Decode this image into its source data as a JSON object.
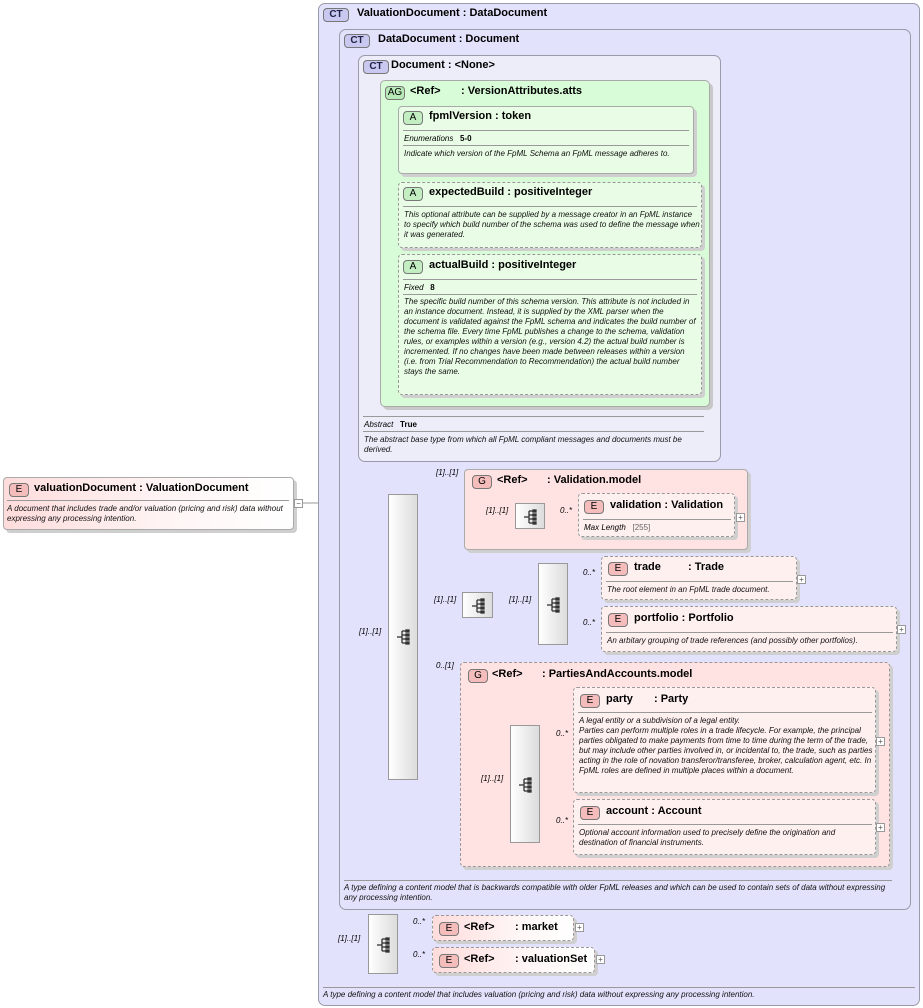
{
  "badges": {
    "ct": "CT",
    "ag": "AG",
    "a": "A",
    "e": "E",
    "g": "G"
  },
  "root_element": {
    "name": "valuationDocument",
    "type": "ValuationDocument",
    "description": "A document that includes trade and/or valuation (pricing and risk) data without expressing any processing intention."
  },
  "complex_types": {
    "valuation_document": {
      "name": "ValuationDocument",
      "base": "DataDocument",
      "description": "A type defining a content model that includes valuation (pricing and risk) data without expressing any processing intention."
    },
    "data_document": {
      "name": "DataDocument",
      "base": "Document",
      "description": "A type defining a content model that is backwards compatible with older FpML releases and which can be used to contain sets of data without expressing any processing intention."
    },
    "document": {
      "name": "Document",
      "base": "<None>",
      "abstract_label": "Abstract",
      "abstract_value": "True",
      "description": "The abstract base type from which all FpML compliant messages and documents must be derived."
    }
  },
  "attribute_group": {
    "ref": "<Ref>",
    "name": ": VersionAttributes.atts",
    "attributes": [
      {
        "name": "fpmlVersion",
        "type": "token",
        "facet_label": "Enumerations",
        "facet_value": "5-0",
        "description": "Indicate which version of the FpML Schema an FpML message adheres to."
      },
      {
        "name": "expectedBuild",
        "type": "positiveInteger",
        "description": "This optional attribute can be supplied by a message creator in an FpML instance to specify which build number of the schema was used to define the message when it was generated."
      },
      {
        "name": "actualBuild",
        "type": "positiveInteger",
        "facet_label": "Fixed",
        "facet_value": "8",
        "description": "The specific build number of this schema version. This attribute is not included in an instance document. Instead, it is supplied by the XML parser when the document is validated against the FpML schema and indicates the build number of the schema file. Every time FpML publishes a change to the schema, validation rules, or examples within a version (e.g., version 4.2) the actual build number is incremented. If no changes have been made between releases within a version (i.e. from Trial Recommendation to Recommendation) the actual build number stays the same."
      }
    ]
  },
  "validation_model": {
    "ref": "<Ref>",
    "name": ": Validation.model",
    "occurrence": "[1]..[1]",
    "inner_occurrence": "[1]..[1]",
    "element": {
      "occurrence": "0..*",
      "name": "validation",
      "type": "Validation",
      "facet_label": "Max Length",
      "facet_value": "[255]"
    }
  },
  "trade_choice": {
    "outer_occurrence": "[1]..[1]",
    "choice_occurrence": "[1]..[1]",
    "elements": [
      {
        "occurrence": "0..*",
        "name": "trade",
        "type": "Trade",
        "description": "The root element in an FpML trade document."
      },
      {
        "occurrence": "0..*",
        "name": "portfolio",
        "type": "Portfolio",
        "description": "An arbitary grouping of trade references (and possibly other portfolios)."
      }
    ]
  },
  "parties_model": {
    "occurrence": "0..[1]",
    "ref": "<Ref>",
    "name": ": PartiesAndAccounts.model",
    "inner_occurrence": "[1]..[1]",
    "elements": [
      {
        "occurrence": "0..*",
        "name": "party",
        "type": "Party",
        "description": "A legal entity or a subdivision of a legal entity.\nParties can perform multiple roles in a trade lifecycle. For example, the principal parties obligated to make payments from time to time during the term of the trade, but may include other parties involved in, or incidental to, the trade, such as parties acting in the role of novation transferor/transferee, broker, calculation agent, etc. In FpML roles are defined in multiple places within a document."
      },
      {
        "occurrence": "0..*",
        "name": "account",
        "type": "Account",
        "description": "Optional account information used to precisely define the origination and destination of financial instruments."
      }
    ]
  },
  "data_sequence_occurrence": "[1]..[1]",
  "valuation_sequence": {
    "occurrence": "[1]..[1]",
    "elements": [
      {
        "occurrence": "0..*",
        "ref": "<Ref>",
        "name": ": market"
      },
      {
        "occurrence": "0..*",
        "ref": "<Ref>",
        "name": ": valuationSet"
      }
    ]
  },
  "expand_symbol": "+",
  "collapse_symbol": "−"
}
